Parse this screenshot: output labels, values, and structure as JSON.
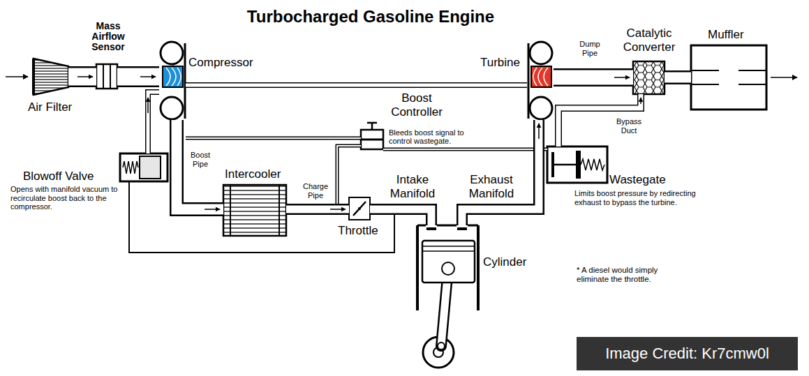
{
  "diagram": {
    "title": "Turbocharged Gasoline Engine",
    "nodes": [
      {
        "text": [
          "Air Filter"
        ]
      },
      {
        "text": [
          "Mass Airflow Sensor"
        ]
      },
      {
        "text": [
          "Compressor"
        ]
      },
      {
        "text": [
          "Turbine"
        ]
      },
      {
        "text": [
          "Catalytic Converter"
        ]
      },
      {
        "text": [
          "Muffler"
        ]
      },
      {
        "text": [
          "Boost Controller",
          "Bleeds boost signal to control wastegate."
        ]
      },
      {
        "text": [
          "Blowoff Valve",
          "Opens with manifold vacuum to recirculate boost back to the compressor."
        ]
      },
      {
        "text": [
          "Wastegate",
          "Limits boost pressure by redirecting exhaust to bypass the turbine."
        ]
      },
      {
        "text": [
          "Intercooler"
        ]
      },
      {
        "text": [
          "Throttle"
        ]
      },
      {
        "text": [
          "Cylinder"
        ]
      }
    ],
    "edges": [
      {
        "from": 0,
        "to": 1,
        "arrow": "to"
      },
      {
        "from": 1,
        "to": 2,
        "arrow": "to"
      },
      {
        "from": 2,
        "to": 3,
        "arrow": "none"
      },
      {
        "from": 3,
        "to": 4,
        "label": "Dump Pipe",
        "arrow": "to"
      },
      {
        "from": 4,
        "to": 5,
        "arrow": "none"
      },
      {
        "from": 2,
        "to": 9,
        "label": "Boost Pipe",
        "arrow": "to"
      },
      {
        "from": 2,
        "to": 6,
        "arrow": "none"
      },
      {
        "from": 6,
        "to": 8,
        "arrow": "none"
      },
      {
        "from": 7,
        "to": 2,
        "arrow": "to"
      },
      {
        "from": 9,
        "to": 10,
        "label": "Charge Pipe",
        "arrow": "to"
      },
      {
        "from": 9,
        "to": 6,
        "arrow": "none"
      },
      {
        "from": 10,
        "to": 11,
        "label": "Intake Manifold",
        "arrow": "none"
      },
      {
        "from": 11,
        "to": 3,
        "label": "Exhaust Manifold",
        "arrow": "to"
      },
      {
        "from": 8,
        "to": 4,
        "label": "Bypass Duct",
        "arrow": "to"
      },
      {
        "from": 10,
        "to": 7,
        "arrow": "none"
      }
    ],
    "labels": [
      "* A diesel would simply eliminate the throttle.",
      "Image Credit: Kr7cmw0l"
    ]
  }
}
